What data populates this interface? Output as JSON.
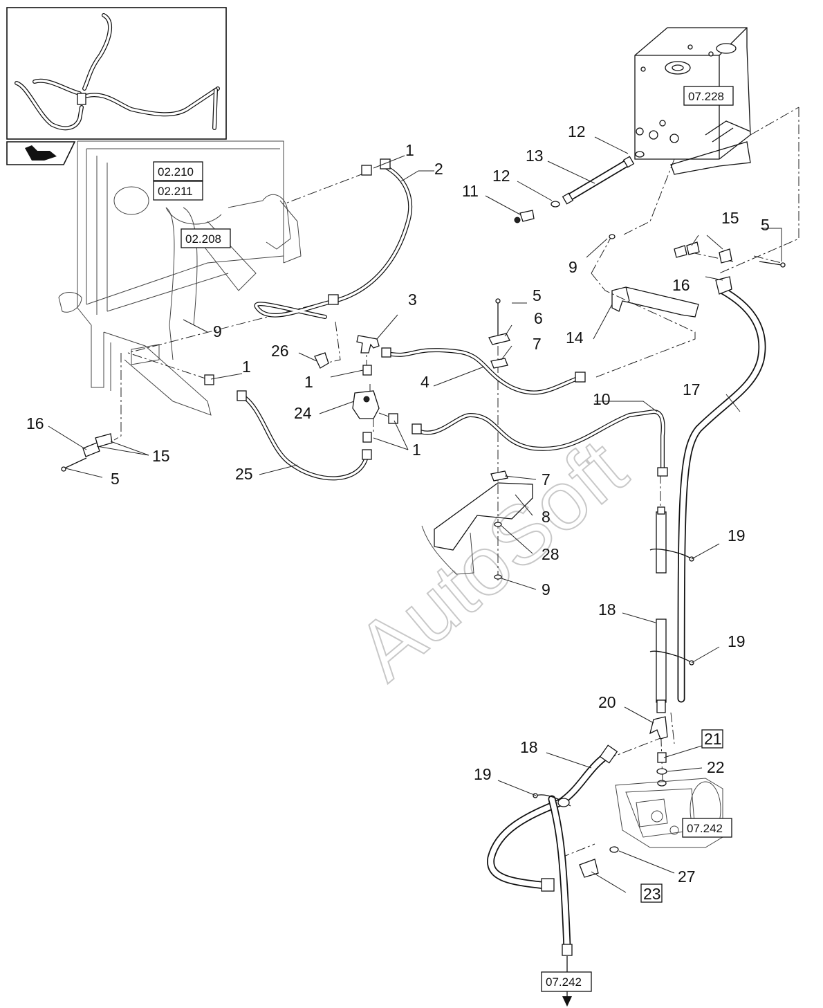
{
  "watermark": "AutoSoft",
  "ref_boxes": {
    "r02210": "02.210",
    "r02211": "02.211",
    "r02208": "02.208",
    "r07228": "07.228",
    "r07242a": "07.242",
    "r07242b": "07.242"
  },
  "callouts": [
    {
      "id": "c1a",
      "text": "1"
    },
    {
      "id": "c2",
      "text": "2"
    },
    {
      "id": "c12a",
      "text": "12"
    },
    {
      "id": "c13",
      "text": "13"
    },
    {
      "id": "c12b",
      "text": "12"
    },
    {
      "id": "c11",
      "text": "11"
    },
    {
      "id": "c15a",
      "text": "15"
    },
    {
      "id": "c5a",
      "text": "5"
    },
    {
      "id": "c9a",
      "text": "9"
    },
    {
      "id": "c16a",
      "text": "16"
    },
    {
      "id": "c5b",
      "text": "5"
    },
    {
      "id": "c3",
      "text": "3"
    },
    {
      "id": "c6",
      "text": "6"
    },
    {
      "id": "c14",
      "text": "14"
    },
    {
      "id": "c9b",
      "text": "9"
    },
    {
      "id": "c26",
      "text": "26"
    },
    {
      "id": "c7a",
      "text": "7"
    },
    {
      "id": "c1b",
      "text": "1"
    },
    {
      "id": "c1c",
      "text": "1"
    },
    {
      "id": "c4",
      "text": "4"
    },
    {
      "id": "c10",
      "text": "10"
    },
    {
      "id": "c17",
      "text": "17"
    },
    {
      "id": "c24",
      "text": "24"
    },
    {
      "id": "c1d",
      "text": "1"
    },
    {
      "id": "c16b",
      "text": "16"
    },
    {
      "id": "c15b",
      "text": "15"
    },
    {
      "id": "c5c",
      "text": "5"
    },
    {
      "id": "c25",
      "text": "25"
    },
    {
      "id": "c7b",
      "text": "7"
    },
    {
      "id": "c8",
      "text": "8"
    },
    {
      "id": "c19a",
      "text": "19"
    },
    {
      "id": "c28",
      "text": "28"
    },
    {
      "id": "c9c",
      "text": "9"
    },
    {
      "id": "c18a",
      "text": "18"
    },
    {
      "id": "c19b",
      "text": "19"
    },
    {
      "id": "c20",
      "text": "20"
    },
    {
      "id": "c21",
      "text": "21"
    },
    {
      "id": "c18b",
      "text": "18"
    },
    {
      "id": "c22",
      "text": "22"
    },
    {
      "id": "c19c",
      "text": "19"
    },
    {
      "id": "c27",
      "text": "27"
    },
    {
      "id": "c23",
      "text": "23"
    }
  ],
  "icons": {
    "nav": "navigation-arrow-icon"
  }
}
